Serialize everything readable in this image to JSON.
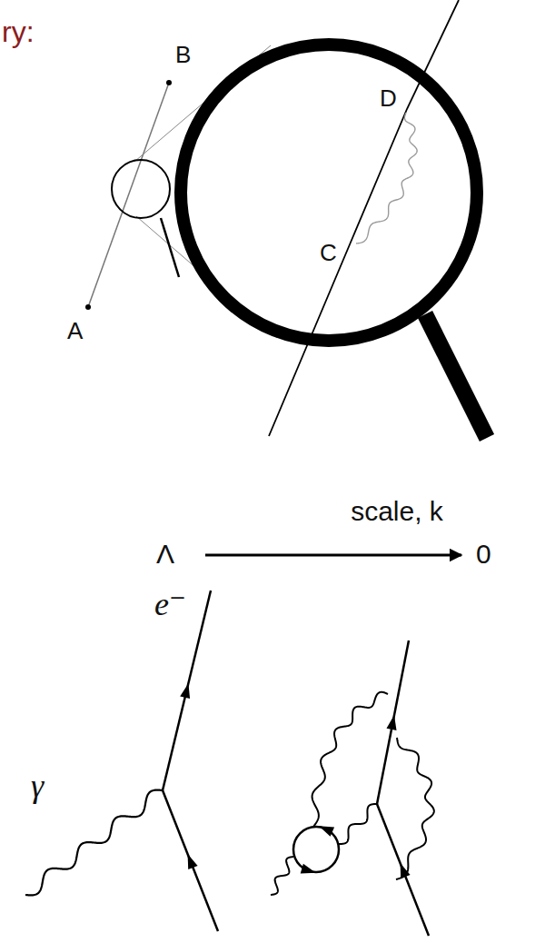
{
  "diagram": {
    "labels": [
      "ry:",
      "B",
      "A",
      "D",
      "C",
      "scale, k",
      "Λ",
      "0",
      "e⁻",
      "γ"
    ]
  }
}
